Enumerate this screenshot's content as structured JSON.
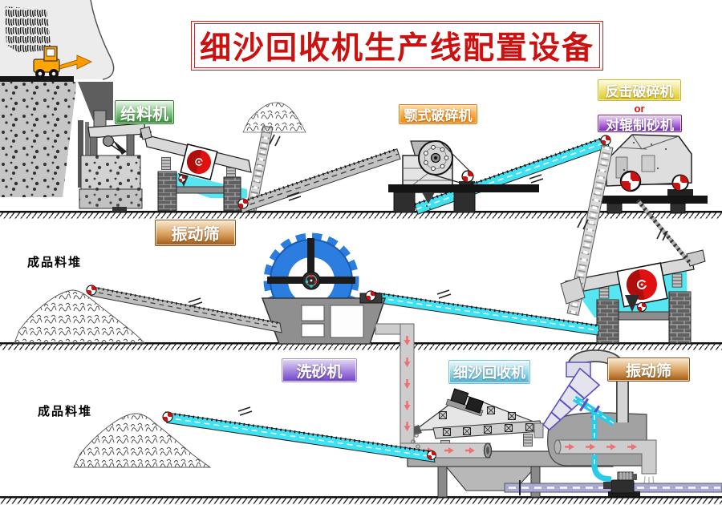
{
  "title": {
    "text": "细沙回收机生产线配置设备",
    "border_color": "#cc2222",
    "text_color": "#cc1111"
  },
  "labels": {
    "feeder": {
      "text": "给料机",
      "color": "#2f8f2f"
    },
    "vibrating_screen_1": {
      "text": "振动筛",
      "color": "#a05a14"
    },
    "jaw_crusher": {
      "text": "颚式破碎机",
      "color": "#ff8800"
    },
    "impact_crusher": {
      "text": "反击破碎机",
      "color": "#ddc520"
    },
    "or_text": {
      "text": "or",
      "color": "#dd1111"
    },
    "roller_sand_maker": {
      "text": "对辊制砂机",
      "color": "#7a22b8"
    },
    "stockpile_top": {
      "text": "成品料堆"
    },
    "sand_washer": {
      "text": "洗砂机",
      "color": "#6f42c8"
    },
    "fine_sand_recycler": {
      "text": "细沙回收机",
      "color": "#4fb4d8"
    },
    "vibrating_screen_2": {
      "text": "振动筛",
      "color": "#a05a14"
    },
    "stockpile_bottom": {
      "text": "成品料堆"
    }
  },
  "palette": {
    "conveyor_cyan": "#3fe2f2",
    "washer_wheel_blue": "#2b7de0",
    "motor_red": "#e01111",
    "loader_orange": "#ffa500",
    "cyclone_purple": "#5b4fc0",
    "drain_lavender": "#a9a9d8",
    "flow_arrow_red": "#ee7070"
  }
}
